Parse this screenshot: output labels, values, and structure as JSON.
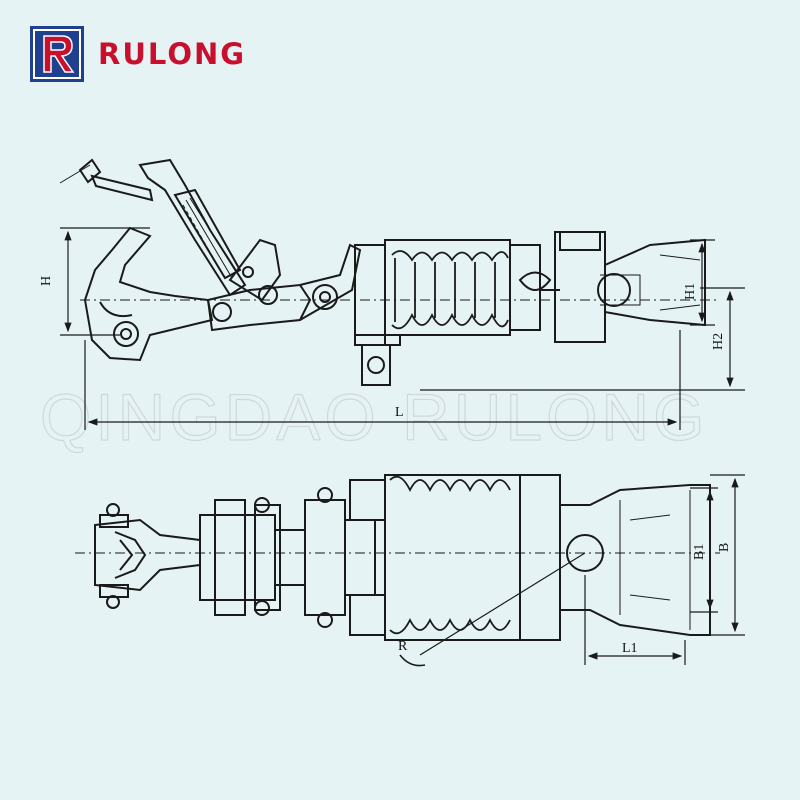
{
  "brand": {
    "name": "RULONG",
    "mark_letter": "R",
    "color_primary": "#c8102e",
    "color_secondary": "#1f3f8f"
  },
  "watermark": "QINGDAO RULONG",
  "top_view": {
    "dimensions": {
      "length": "L",
      "height": "H",
      "h1": "H1",
      "h2": "H2"
    }
  },
  "bottom_view": {
    "dimensions": {
      "width": "B",
      "b1": "B1",
      "l1": "L1",
      "radius": "R"
    }
  },
  "colors": {
    "line": "#1a1a1a",
    "background": "#e6f3f5"
  }
}
